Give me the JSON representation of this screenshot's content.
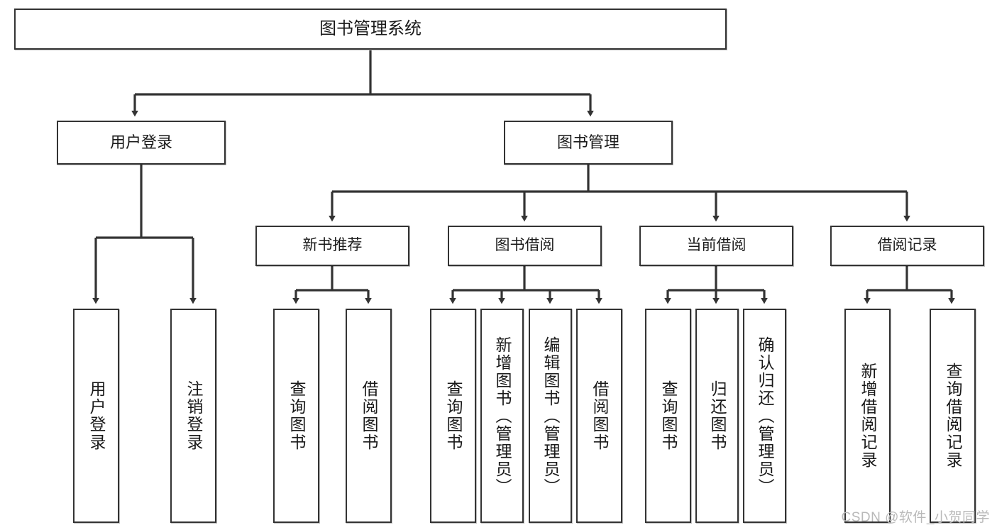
{
  "diagram": {
    "title": "图书管理系统",
    "type": "tree-hierarchy-diagram",
    "colors": {
      "box_border": "#333333",
      "box_fill": "#ffffff",
      "edge": "#333333",
      "text": "#1a1a1a",
      "watermark": "#b9b9b9"
    },
    "root": {
      "label": "图书管理系统"
    },
    "level1": [
      {
        "label": "用户登录"
      },
      {
        "label": "图书管理"
      }
    ],
    "level2": [
      {
        "label": "新书推荐"
      },
      {
        "label": "图书借阅"
      },
      {
        "label": "当前借阅"
      },
      {
        "label": "借阅记录"
      }
    ],
    "leaves": {
      "user_login": [
        {
          "label": "用户登录"
        },
        {
          "label": "注销登录"
        }
      ],
      "new_book_recommend": [
        {
          "label": "查询图书"
        },
        {
          "label": "借阅图书"
        }
      ],
      "book_borrow": [
        {
          "label": "查询图书"
        },
        {
          "label": "新增图书（管理员）"
        },
        {
          "label": "编辑图书（管理员）"
        },
        {
          "label": "借阅图书"
        }
      ],
      "current_borrow": [
        {
          "label": "查询图书"
        },
        {
          "label": "归还图书"
        },
        {
          "label": "确认归还（管理员）"
        }
      ],
      "borrow_record": [
        {
          "label": "新增借阅记录"
        },
        {
          "label": "查询借阅记录"
        }
      ]
    }
  },
  "watermark": {
    "text": "CSDN @软件_小贺同学"
  }
}
